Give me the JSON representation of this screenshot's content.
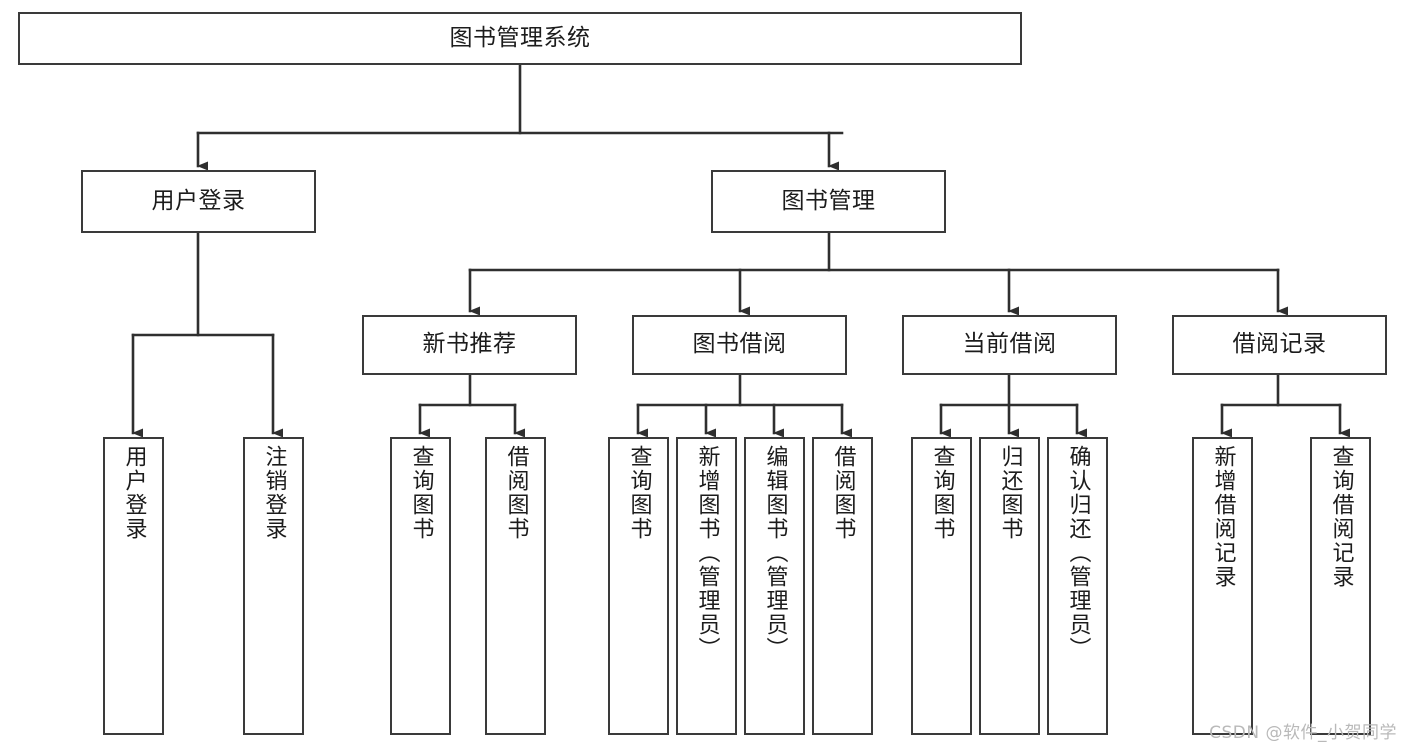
{
  "diagram": {
    "title": "图书管理系统",
    "type": "hierarchy-tree",
    "watermark": "CSDN @软件_小贺同学",
    "colors": {
      "background": "#ffffff",
      "box_border": "#3a3a3a",
      "edge": "#2f2f2f",
      "text": "#1c1c1c",
      "watermark": "#b9b9b9"
    },
    "levels": [
      {
        "level": 0,
        "nodes": [
          {
            "id": "root",
            "label": "图书管理系统"
          }
        ]
      },
      {
        "level": 1,
        "nodes": [
          {
            "id": "user-login",
            "label": "用户登录"
          },
          {
            "id": "book-manage",
            "label": "图书管理"
          }
        ]
      },
      {
        "level": 2,
        "nodes": [
          {
            "id": "new-book-recommend",
            "label": "新书推荐"
          },
          {
            "id": "book-borrow",
            "label": "图书借阅"
          },
          {
            "id": "current-borrow",
            "label": "当前借阅"
          },
          {
            "id": "borrow-record",
            "label": "借阅记录"
          }
        ]
      },
      {
        "level": 3,
        "nodes": [
          {
            "id": "leaf-user-login",
            "label": "用户登录",
            "parent": "user-login"
          },
          {
            "id": "leaf-logout-login",
            "label": "注销登录",
            "parent": "user-login"
          },
          {
            "id": "leaf-query-book-1",
            "label": "查询图书",
            "parent": "new-book-recommend"
          },
          {
            "id": "leaf-borrow-book-1",
            "label": "借阅图书",
            "parent": "new-book-recommend"
          },
          {
            "id": "leaf-query-book-2",
            "label": "查询图书",
            "parent": "book-borrow"
          },
          {
            "id": "leaf-add-book",
            "label": "新增图书（管理员）",
            "parent": "book-borrow"
          },
          {
            "id": "leaf-edit-book",
            "label": "编辑图书（管理员）",
            "parent": "book-borrow"
          },
          {
            "id": "leaf-borrow-book-2",
            "label": "借阅图书",
            "parent": "book-borrow"
          },
          {
            "id": "leaf-query-book-3",
            "label": "查询图书",
            "parent": "current-borrow"
          },
          {
            "id": "leaf-return-book",
            "label": "归还图书",
            "parent": "current-borrow"
          },
          {
            "id": "leaf-confirm-return",
            "label": "确认归还（管理员）",
            "parent": "current-borrow"
          },
          {
            "id": "leaf-add-record",
            "label": "新增借阅记录",
            "parent": "borrow-record"
          },
          {
            "id": "leaf-query-record",
            "label": "查询借阅记录",
            "parent": "borrow-record"
          }
        ]
      }
    ]
  }
}
